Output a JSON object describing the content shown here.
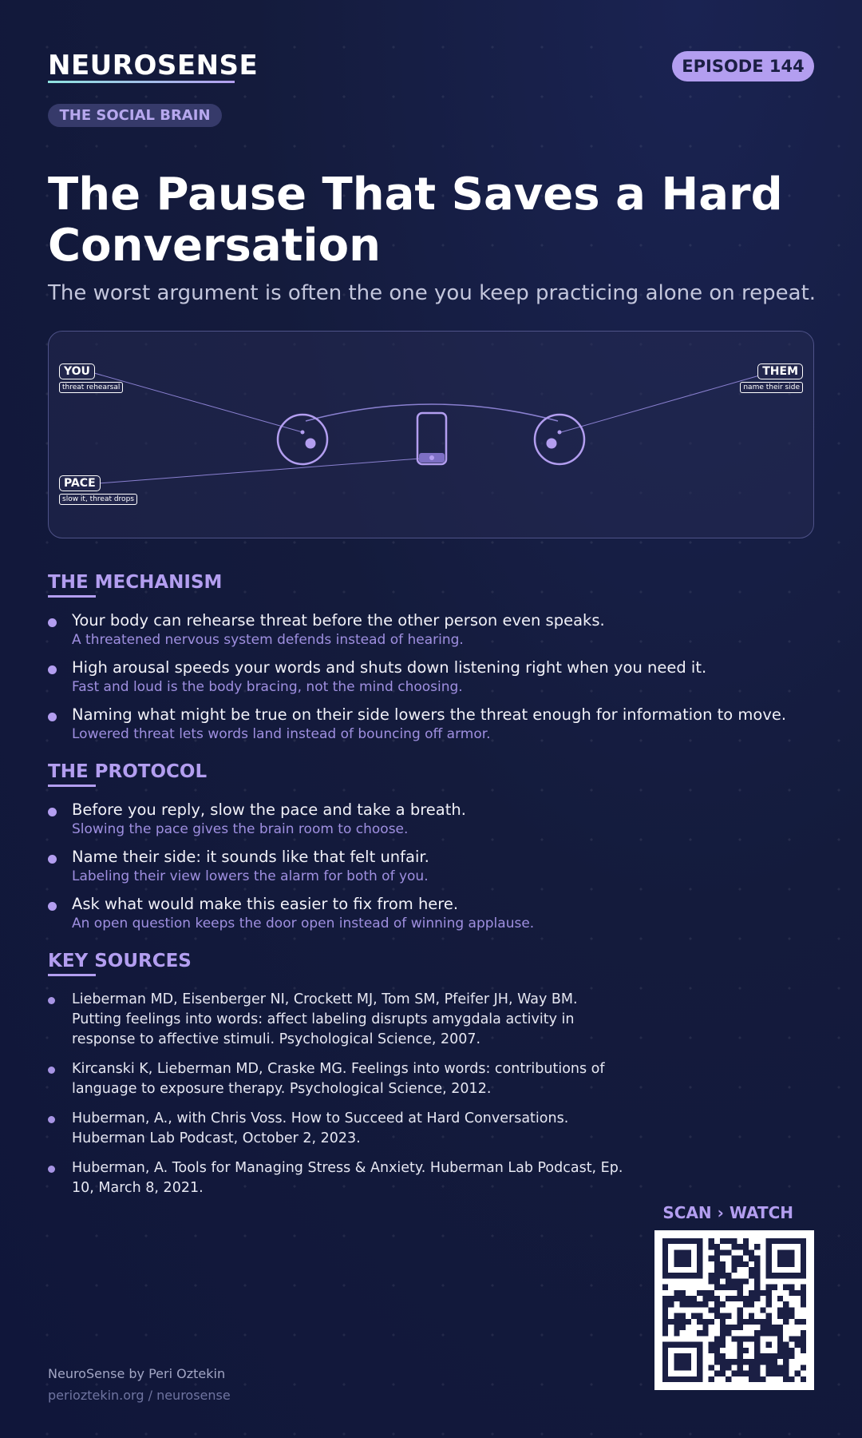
{
  "header": {
    "brand": "NEUROSENSE",
    "episode": "EPISODE 144",
    "category": "THE SOCIAL BRAIN"
  },
  "title": "The Pause That Saves a Hard Conversation",
  "subtitle": "The worst argument is often the one you keep practicing alone on repeat.",
  "diagram": {
    "you_label": "YOU",
    "you_sub": "threat rehearsal",
    "them_label": "THEM",
    "them_sub": "name their side",
    "pace_label": "PACE",
    "pace_sub": "slow it, threat drops",
    "colors": {
      "line": "#9a8fe0",
      "accent": "#b39ef0"
    }
  },
  "mechanism": {
    "title": "THE MECHANISM",
    "items": [
      {
        "main": "Your body can rehearse threat before the other person even speaks.",
        "sub": "A threatened nervous system defends instead of hearing."
      },
      {
        "main": "High arousal speeds your words and shuts down listening right when you need it.",
        "sub": "Fast and loud is the body bracing, not the mind choosing."
      },
      {
        "main": "Naming what might be true on their side lowers the threat enough for information to move.",
        "sub": "Lowered threat lets words land instead of bouncing off armor."
      }
    ]
  },
  "protocol": {
    "title": "THE PROTOCOL",
    "items": [
      {
        "main": "Before you reply, slow the pace and take a breath.",
        "sub": "Slowing the pace gives the brain room to choose."
      },
      {
        "main": "Name their side: it sounds like that felt unfair.",
        "sub": "Labeling their view lowers the alarm for both of you."
      },
      {
        "main": "Ask what would make this easier to fix from here.",
        "sub": "An open question keeps the door open instead of winning applause."
      }
    ]
  },
  "sources": {
    "title": "KEY SOURCES",
    "items": [
      "Lieberman MD, Eisenberger NI, Crockett MJ, Tom SM, Pfeifer JH, Way BM. Putting feelings into words: affect labeling disrupts amygdala activity in response to affective stimuli. Psychological Science, 2007.",
      "Kircanski K, Lieberman MD, Craske MG. Feelings into words: contributions of language to exposure therapy. Psychological Science, 2012.",
      "Huberman, A., with Chris Voss. How to Succeed at Hard Conversations. Huberman Lab Podcast, October 2, 2023.",
      "Huberman, A. Tools for Managing Stress & Anxiety. Huberman Lab Podcast, Ep. 10, March 8, 2021."
    ]
  },
  "qr": {
    "label": "SCAN › WATCH"
  },
  "footer": {
    "name": "NeuroSense by Peri Oztekin",
    "url": "perioztekin.org / neurosense"
  },
  "colors": {
    "background": "#141b3c",
    "accent": "#b39ef0",
    "badge_bg": "#363a6a"
  }
}
